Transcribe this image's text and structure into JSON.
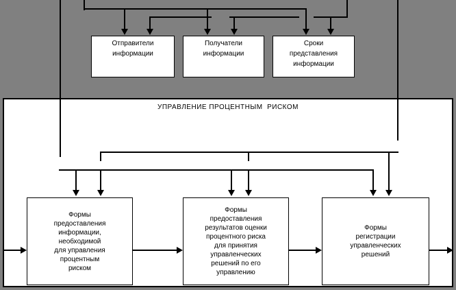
{
  "colors": {
    "background": "#808080",
    "panel_fill": "#ffffff",
    "box_fill": "#ffffff",
    "line": "#000000"
  },
  "panel": {
    "title": "УПРАВЛЕНИЕ ПРОЦЕНТНЫМ  РИСКОМ"
  },
  "top_boxes": [
    {
      "id": "senders",
      "lines": [
        "Отправители",
        "информации"
      ]
    },
    {
      "id": "receivers",
      "lines": [
        "Получатели",
        "информации"
      ]
    },
    {
      "id": "terms",
      "lines": [
        "Сроки",
        "представления",
        "информации"
      ]
    }
  ],
  "bottom_boxes": [
    {
      "id": "forms-info",
      "lines": [
        "Формы",
        "предоставления",
        "информации,",
        "необходимой",
        "для управления",
        "процентным",
        "риском"
      ]
    },
    {
      "id": "forms-results",
      "lines": [
        "Формы",
        "предоставления",
        "результатов оценки",
        "процентного риска",
        "для принятия",
        "управленческих",
        "решений по его",
        "управлению"
      ]
    },
    {
      "id": "forms-registration",
      "lines": [
        "Формы",
        "регистрации",
        "управленческих",
        "решений"
      ]
    }
  ]
}
